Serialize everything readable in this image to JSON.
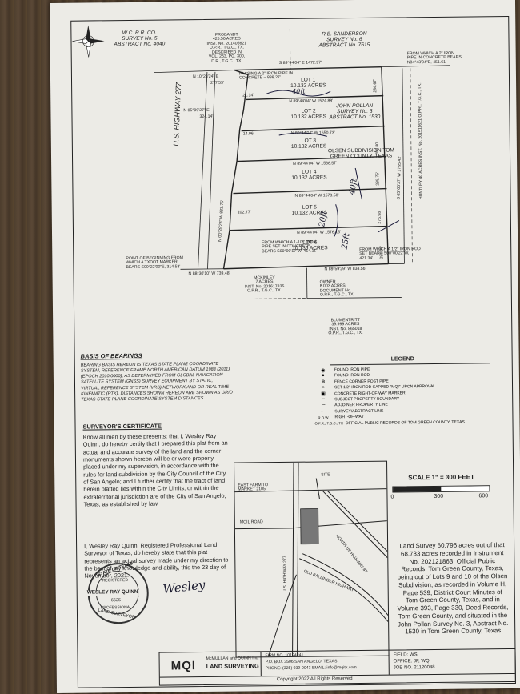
{
  "adjoiners": {
    "wc": [
      "W.C. R.R. CO.",
      "SURVEY No. 5",
      "ABSTRACT No. 4040"
    ],
    "sanderson": [
      "R.B. SANDERSON",
      "SURVEY No. 6",
      "ABSTRACT No. 7615"
    ],
    "probandt": [
      "PROBANDT",
      "425.56 ACRES",
      "INST. No. 201405621",
      "O.P.R., T.G.C., TX.",
      "DESCRIBED IN",
      "VOL. 263, PG. 300,",
      "D.R., T.G.C., TX."
    ],
    "mckinley": [
      "MCKINLEY",
      "7 ACRES",
      "INST. No. 201617835",
      "O.P.R., T.G.C., TX."
    ],
    "owner": [
      "OWNER",
      "8.003 ACRES",
      "DOCUMENT No.",
      "O.P.R., T.G.C., TX"
    ],
    "bluemtritt": [
      "BLUMENTRITT",
      "39.999 ACRES",
      "INST. No. 865018",
      "O.P.R., T.G.C., TX."
    ],
    "huntley": [
      "HUNTLEY",
      "40 ACRES",
      "INST. No. 201511621",
      "O.P.R., T.G.C., TX."
    ]
  },
  "highway_label": "U.S. HIGHWAY 277",
  "pollan": [
    "JOHN POLLAN",
    "SURVEY No. 3",
    "ABSTRACT No. 1530"
  ],
  "subdivision": [
    "OLSEN SUBDIVISION TOM",
    "GREEN COUNTY, TEXAS"
  ],
  "lots": [
    {
      "label": "LOT 1",
      "acres": "10.132 ACRES"
    },
    {
      "label": "LOT 2",
      "acres": "10.132 ACRES"
    },
    {
      "label": "LOT 3",
      "acres": "10.132 ACRES"
    },
    {
      "label": "LOT 4",
      "acres": "10.132 ACRES"
    },
    {
      "label": "LOT 5",
      "acres": "10.132 ACRES"
    },
    {
      "label": "LOT 6",
      "acres": "10.136 ACRES"
    }
  ],
  "bearings": {
    "top": "S 89°44'04\" E  1472.97'",
    "b1": "N 10°23'24\" E",
    "b1d": "277.53'",
    "b2": "N 05°09'27\" E",
    "b2d": "324.14'",
    "l2": "N 89°44'04\" W  1524.88'",
    "l3": "N 89°44'04\" W  1550.73'",
    "l4": "N 89°44'04\" W  1568.57'",
    "l5": "N 89°44'04\" W  1578.58'",
    "l6": "N 89°44'04\" W  1576.15'",
    "bottom_left": "N 88°30'10\" W  739.48'",
    "bottom_right": "N 89°59'29\" W  834.56'",
    "east": "S 05°00'37\" W  1755.42'",
    "west": "N 00°29'23\" W  833.75'",
    "d1": "21.14'",
    "d2": "14.96'",
    "d3": "102.77'",
    "e1": "284.67'",
    "e2": "285.80'",
    "e3": "285.75'",
    "e4": "276.58'",
    "e5": "281.35'"
  },
  "notes": {
    "iron_pipe_top": "PASSING A 2\" IRON PIPE IN CONCRETE ~ 838.27'",
    "iron_pipe_right": "FROM WHICH A 2\" IRON PIPE IN CONCRETE BEARS N84°43'04\"E, 451.61'",
    "beginning": "POINT OF BEGINNING FROM WHICH A TXDOT MARKER BEARS S00°22'00\"E, 314.53'",
    "pipe_left": "FROM WHICH A 1-1/2\" IRON PIPE SET IN CONCRETE BEARS S00°00'17\"W, 414.11'",
    "rod_right": "FROM WHICH A 1/2\" IRON ROD SET BEARS S00°00'22\"W, 421.34'"
  },
  "handwriting": [
    "40ft",
    "40ft",
    "20ft",
    "25ft"
  ],
  "basis_title": "BASIS OF BEARINGS",
  "basis_text": "BEARING BASIS HEREON IS TEXAS STATE PLANE COORDINATE SYSTEM, REFERENCE FRAME NORTH AMERICAN DATUM 1983 (2011) (EPOCH 2010.0000), AS DETERMINED FROM GLOBAL NAVIGATION SATELLITE SYSTEM (GNSS) SURVEY EQUIPMENT BY STATIC, VIRTUAL REFERENCE SYSTEM (VRS) NETWORK AND OR REAL TIME KINEMATIC (RTK). DISTANCES SHOWN HEREON ARE SHOWN AS GRID TEXAS STATE PLANE COORDINATE SYSTEM DISTANCES.",
  "legend": {
    "title": "LEGEND",
    "items": [
      {
        "sym": "◉",
        "text": "FOUND IRON PIPE"
      },
      {
        "sym": "●",
        "text": "FOUND IRON ROD"
      },
      {
        "sym": "⊗",
        "text": "FENCE CORNER POST PIPE"
      },
      {
        "sym": "○",
        "text": "SET 1/2\" IRON ROD CAPPED \"MQI\" UPON APPROVAL"
      },
      {
        "sym": "▣",
        "text": "CONCRETE RIGHT-OF-WAY MARKER"
      },
      {
        "sym": "━",
        "text": "SUBJECT PROPERTY BOUNDARY"
      },
      {
        "sym": "─",
        "text": "ADJOINER PROPERTY LINE"
      },
      {
        "sym": "- -",
        "text": "SURVEY/ABSTRACT LINE"
      },
      {
        "sym": "R.O.W.",
        "text": "RIGHT-OF-WAY"
      },
      {
        "sym": "O.P.R., T.G.C., TX",
        "text": "OFFICIAL PUBLIC RECORDS OF TOM GREEN COUNTY, TEXAS"
      }
    ]
  },
  "certificate": {
    "title": "SURVEYOR'S CERTIFICATE",
    "para1": "Know all men by these presents: that I, Wesley Ray Quinn, do hereby certify that I prepared this plat from an actual and accurate survey of the land and the corner monuments shown hereon will be or were properly placed under my supervision, in accordance with the rules for land subdivision by the City Council of the City of San Angelo; and I further certify that the tract of land herein platted lies within the City Limits, or within the extraterritorial jurisdiction are of the City of San Angelo, Texas, as established by law.",
    "para2": "I, Wesley Ray Quinn, Registered Professional Land Surveyor of Texas, do hereby state that this plat represents an actual survey made under my direction to the best of my knowledge and ability, this the 23 day of November, 2021."
  },
  "seal": {
    "top": "STATE OF TEXAS",
    "reg": "REGISTERED",
    "name": "WESLEY RAY QUINN",
    "num": "6625",
    "bottom1": "PROFESSIONAL",
    "bottom2": "LAND SURVEYOR"
  },
  "signature": "Wesley",
  "vicinity": {
    "road1": "EAST FARM TO MARKET 2105",
    "road2": "MOIL ROAD",
    "site": "SITE",
    "road3": "U.S. HIGHWAY 277",
    "road4": "OLD BALLINGER HIGHWAY",
    "road5": "NORTH US HIGHWAY 87"
  },
  "scale": {
    "label": "SCALE 1\" = 300 FEET",
    "ticks": [
      "0",
      "300",
      "600"
    ]
  },
  "description": "Land Survey 60.796 acres out of that 68.733 acres recorded in Instrument No. 202121863, Official Public Records, Tom Green County, Texas, being out of Lots 9 and 10 of the Olsen Subdivision, as recorded in Volume H, Page 539, District Court Minutes of Tom Green County, Texas, and in Volume 393, Page 330, Deed Records, Tom Green County, and situated in the John Pollan Survey No. 3, Abstract No. 1530 in Tom Green County, Texas",
  "titleblock": {
    "logo": "MQI",
    "company_small": "McMULLAN and QUINN Inc.",
    "company": "LAND SURVEYING",
    "firm": "FIRM NO. 10194241",
    "address": "P.O. BOX 3506  SAN ANGELO, TEXAS",
    "phone": "PHONE: (325) 939-0043  EMAIL: info@mqitx.com",
    "field": "FIELD:  WS",
    "office": "OFFICE:  JF, WQ",
    "job": "JOB NO. 21120048",
    "copyright": "Copyright 2022 All Rights Reserved"
  }
}
